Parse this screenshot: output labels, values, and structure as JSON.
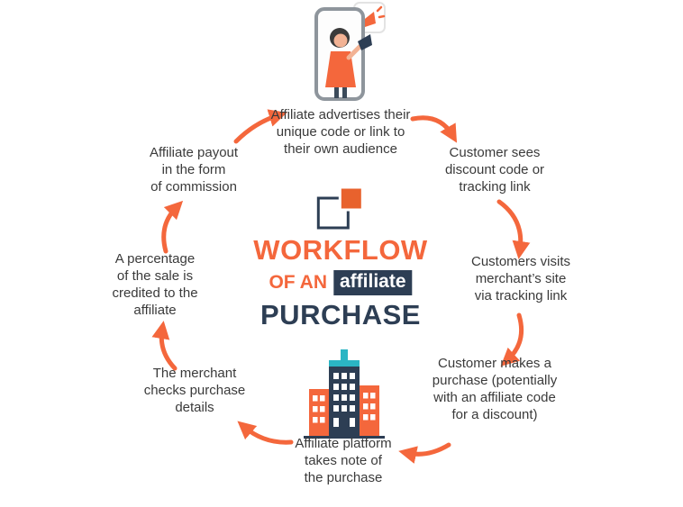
{
  "title": {
    "line1": "WORKFLOW",
    "line2_prefix": "OF AN",
    "line2_highlight": "affiliate",
    "line3": "PURCHASE"
  },
  "colors": {
    "accent_orange": "#f4673c",
    "navy": "#2d3e54",
    "teal": "#2bb5c4",
    "step_text": "#3a3a3a"
  },
  "icons": {
    "center_icon": "overlapping-squares-icon",
    "top_illustration": "person-with-megaphone-phone-icon",
    "bottom_illustration": "affiliate-platform-building-icon",
    "arrow_style": "curved-orange-arrow"
  },
  "steps": [
    {
      "text": "Affiliate advertises their\nunique code or link to\ntheir own audience"
    },
    {
      "text": "Customer sees\ndiscount code or\ntracking link"
    },
    {
      "text": "Customers visits\nmerchant’s site\nvia tracking link"
    },
    {
      "text": "Customer makes a\npurchase (potentially\nwith an affiliate code\nfor a discount)"
    },
    {
      "text": "Affiliate platform\ntakes note of\nthe purchase"
    },
    {
      "text": "The merchant\nchecks purchase\ndetails"
    },
    {
      "text": "A percentage\nof the sale is\ncredited to the\naffiliate"
    },
    {
      "text": "Affiliate payout\nin the form\nof commission"
    }
  ]
}
